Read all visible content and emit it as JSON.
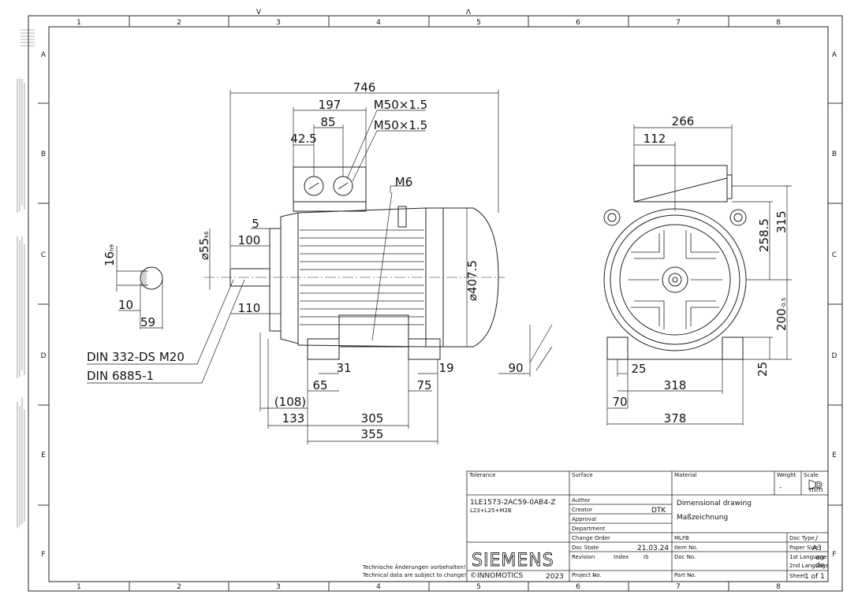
{
  "border": {
    "cols": [
      "1",
      "2",
      "3",
      "4",
      "5",
      "6",
      "7",
      "8"
    ],
    "rows": [
      "A",
      "B",
      "C",
      "D",
      "E",
      "F"
    ],
    "marks": [
      "V",
      "Λ"
    ]
  },
  "front_view": {
    "overall_length": "746",
    "terminal_box": [
      "197",
      "85",
      "42.5"
    ],
    "thread_1": "M50×1.5",
    "thread_2": "M50×1.5",
    "thread_m6": "M6",
    "shaft_step": "5",
    "shaft_length": "100",
    "shaft_dia": "⌀55",
    "shaft_fit": "k6",
    "shaft_shoulder": "110",
    "housing_dia": "⌀407.5",
    "foot_31": "31",
    "foot_19": "19",
    "foot_65": "65",
    "foot_75": "75",
    "clearance_90": "90",
    "dim_108": "(108)",
    "dim_133": "133",
    "dim_305": "305",
    "dim_355": "355"
  },
  "key_section": {
    "key_width": "16",
    "key_fit": "h9",
    "depth": "10",
    "height": "59"
  },
  "standards": [
    "DIN 332-DS M20",
    "DIN 6885-1"
  ],
  "side_view": {
    "width_266": "266",
    "width_112": "112",
    "height_315": "315",
    "height_258": "258.5",
    "shaft_height": "200",
    "shaft_height_tol": "-0.5",
    "foot_25_h": "25",
    "foot_25_w": "25",
    "foot_318": "318",
    "foot_70": "70",
    "foot_378": "378"
  },
  "notes": {
    "changes_de": "Technische Änderungen vorbehalten!",
    "changes_en": "Technical data are subject to change!"
  },
  "title_block": {
    "h_tolerance": "Tolerance",
    "h_surface": "Surface",
    "h_material": "Material",
    "h_weight": "Weight",
    "h_scale": "Scale",
    "weight_value": "-",
    "scale_unit": "mm",
    "article": "1LE1573-2AC59-0AB4-Z",
    "options": "L23+L25+M2B",
    "l_author": "Author",
    "l_creator": "Creator",
    "creator_value": "DTK",
    "l_approval": "Approval",
    "l_department": "Department",
    "l_change_order": "Change Order",
    "l_doc_state": "Doc State",
    "date": "21.03.24",
    "l_revision": "Revision",
    "l_index": "Index",
    "index_value": "IS",
    "l_project": "Project No.",
    "project_value": "-",
    "title_en": "Dimensional drawing",
    "title_de": "Maßzeichnung",
    "l_mlfb": "MLFB",
    "l_item_no": "Item No.",
    "l_doc_no": "Doc No.",
    "l_part_no": "Part No.",
    "part_value": "-",
    "l_doc_type": "Doc Type",
    "doc_type_value": "/",
    "l_paper_size": "Paper Size",
    "paper_value": "A3",
    "l_lang1": "1st Language",
    "lang1_value": "en",
    "l_lang2": "2nd Language",
    "lang2_value": "de",
    "l_sheet": "Sheet",
    "sheet_value": "1 of 1",
    "brand": "SIEMENS",
    "partner": "©INNOMOTICS",
    "year": "2023"
  }
}
